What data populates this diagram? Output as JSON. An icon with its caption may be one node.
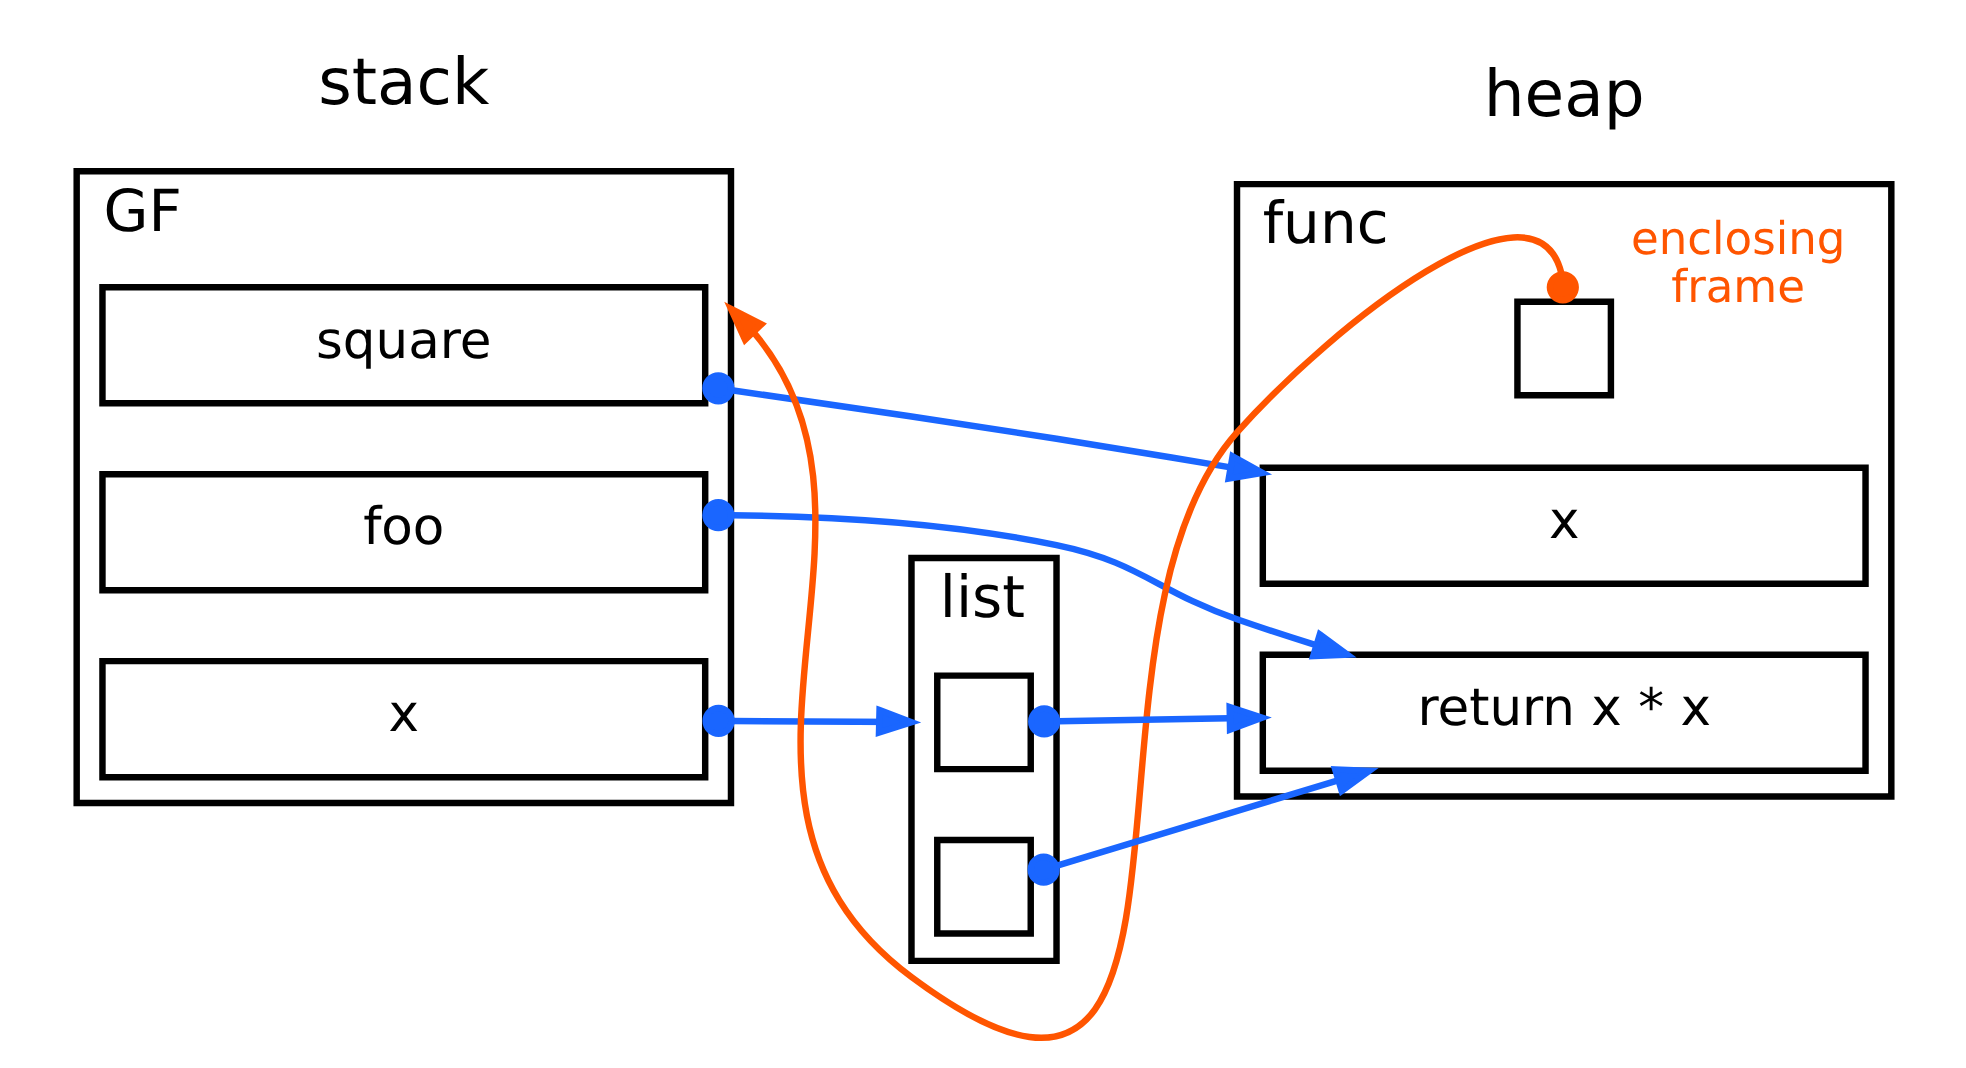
{
  "diagram": {
    "nodes": [
      {
        "text": [
          "GF"
        ]
      },
      {
        "text": [
          "square"
        ],
        "in": 0
      },
      {
        "text": [
          "foo"
        ],
        "in": 0
      },
      {
        "text": [
          "x"
        ],
        "in": 0
      },
      {
        "text": [
          "func"
        ]
      },
      {
        "text": [
          "x"
        ],
        "in": 4
      },
      {
        "text": [
          "return x * x"
        ],
        "in": 4
      },
      {
        "text": [],
        "shape": "box",
        "in": 4
      },
      {
        "text": [
          "list"
        ]
      },
      {
        "text": [],
        "shape": "box",
        "in": 8
      },
      {
        "text": [],
        "shape": "box",
        "in": 8
      }
    ],
    "edges": [
      {
        "from": 1,
        "to": 5,
        "arrow": "to"
      },
      {
        "from": 2,
        "to": 6,
        "arrow": "to"
      },
      {
        "from": 3,
        "to": 8,
        "arrow": "to"
      },
      {
        "from": 9,
        "to": 6,
        "arrow": "to"
      },
      {
        "from": 10,
        "to": 6,
        "arrow": "to"
      },
      {
        "from": 7,
        "to": 0,
        "arrow": "to",
        "label": "enclosing frame",
        "color": "#ff5500"
      }
    ],
    "labels": [
      "stack",
      "heap"
    ]
  }
}
